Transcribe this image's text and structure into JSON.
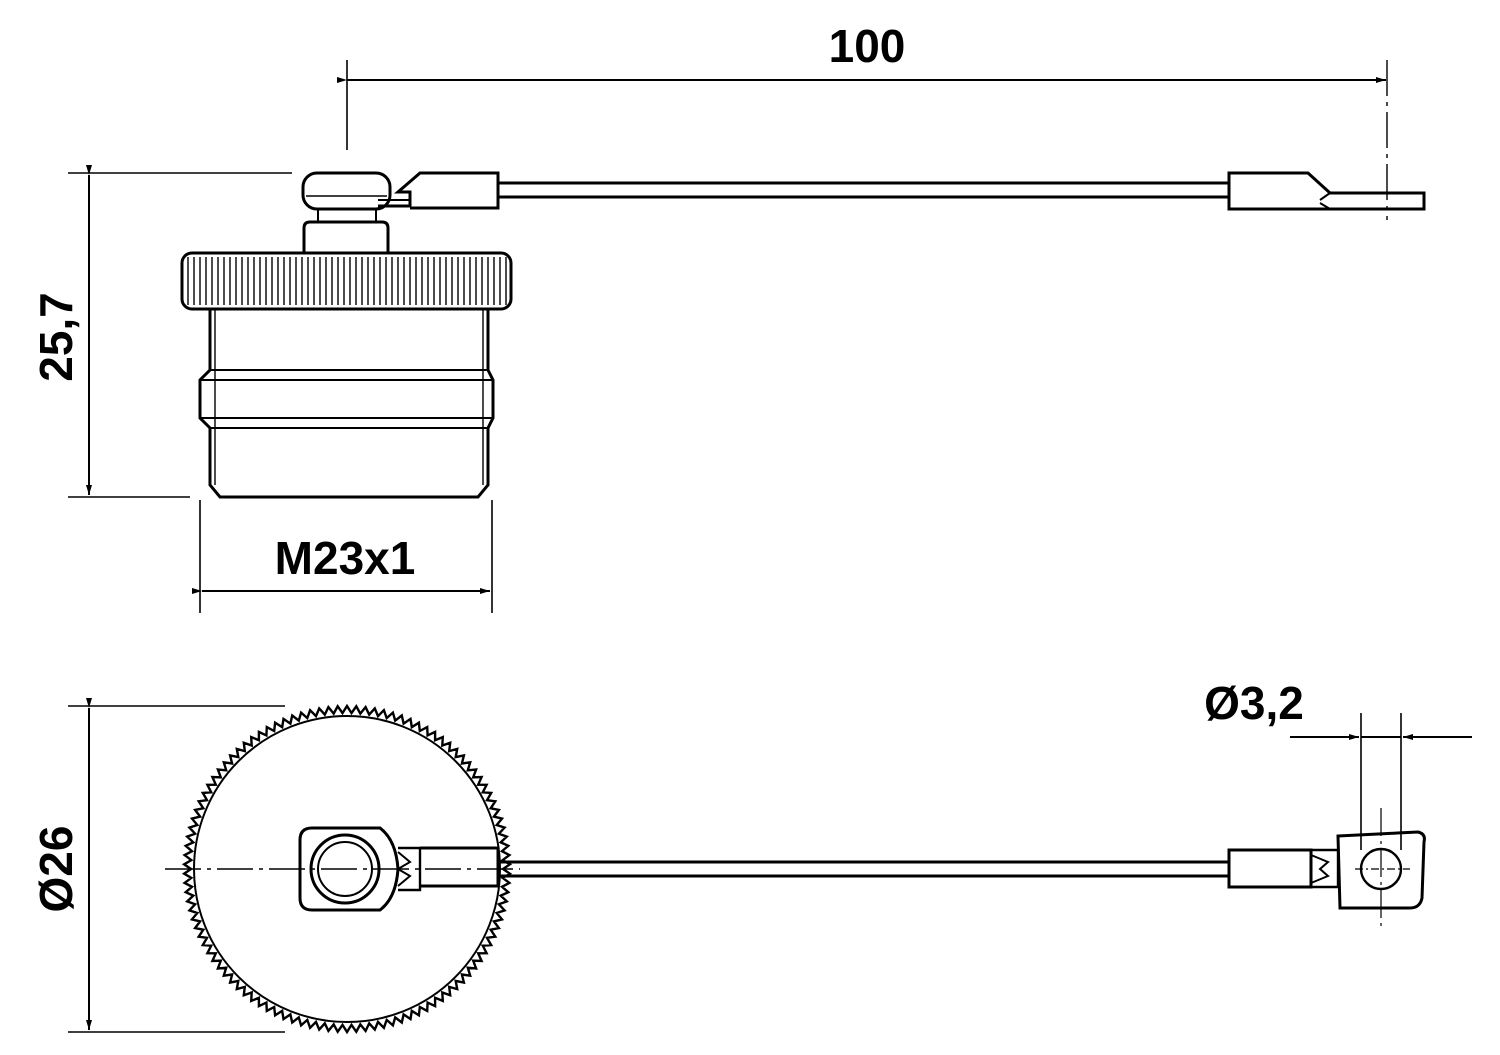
{
  "dimensions": {
    "length": "100",
    "height": "25,7",
    "thread": "M23x1",
    "outer_diameter": "Ø26",
    "hole_diameter": "Ø3,2"
  },
  "colors": {
    "line": "#000000",
    "background": "#ffffff"
  }
}
